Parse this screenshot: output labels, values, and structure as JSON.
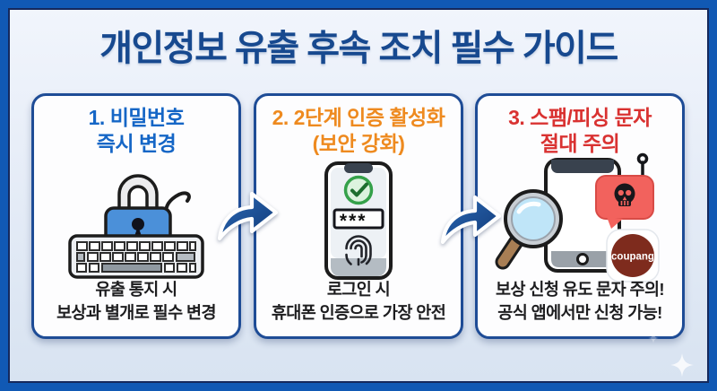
{
  "title": {
    "text": "개인정보 유출 후속 조치 필수 가이드",
    "color": "#17498f"
  },
  "cards": [
    {
      "step": "1",
      "title_line1": "1. 비밀번호",
      "title_line2": "즉시 변경",
      "title_color": "#1566c6",
      "icons": [
        "padlock-icon",
        "keyboard-icon"
      ],
      "desc_line1": "유출 통지 시",
      "desc_line2": "보상과 별개로 필수 변경"
    },
    {
      "step": "2",
      "title_line1": "2. 2단계 인증 활성화",
      "title_line2": "(보안 강화)",
      "title_color": "#ee8a1f",
      "icons": [
        "smartphone-icon",
        "check-circle-icon",
        "password-field-icon",
        "fingerprint-icon"
      ],
      "password_mask": "***_",
      "desc_line1": "로그인 시",
      "desc_line2": "휴대폰 인증으로 가장 안전"
    },
    {
      "step": "3",
      "title_line1": "3. 스팸/피싱 문자",
      "title_line2": "절대 주의",
      "title_color": "#d93231",
      "icons": [
        "smartphone-icon",
        "magnifier-icon",
        "skull-message-icon",
        "fishing-hook-icon",
        "coupang-app-icon"
      ],
      "app_badge": "coupang",
      "desc_line1": "보상 신청 유도 문자 주의!",
      "desc_line2": "공식 앱에서만 신청 가능!"
    }
  ],
  "palette": {
    "frame_blue": "#1159b4",
    "frame_line": "#15295c",
    "background_light": "#e8eef8",
    "card_border": "#1e4c96",
    "card_bg": "#fdfdfe",
    "arrow_blue": "#1c4a90",
    "lock_blue": "#4b90d9",
    "bubble_red": "#f2625d",
    "coupang_maroon": "#7e2b1d",
    "text_dark": "#1d1d1f"
  }
}
